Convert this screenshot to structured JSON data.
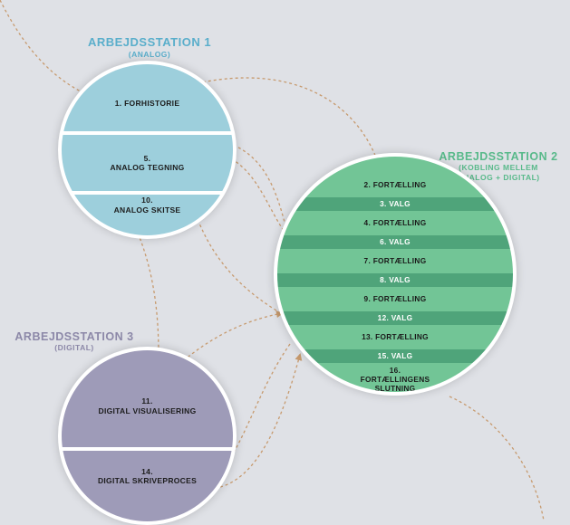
{
  "stations": {
    "s1": {
      "title": "ARBEJDSSTATION 1",
      "subtitle": "(ANALOG)",
      "items": [
        {
          "num": "1.",
          "label": "FORHISTORIE"
        },
        {
          "num": "5.",
          "label": "ANALOG TEGNING"
        },
        {
          "num": "10.",
          "label": "ANALOG SKITSE"
        }
      ]
    },
    "s2": {
      "title": "ARBEJDSSTATION 2",
      "subtitle_line1": "(KOBLING MELLEM",
      "subtitle_line2": "ANALOG + DIGITAL)",
      "items": [
        {
          "num": "2.",
          "label": "FORTÆLLING"
        },
        {
          "num": "3.",
          "label": "VALG"
        },
        {
          "num": "4.",
          "label": "FORTÆLLING"
        },
        {
          "num": "6.",
          "label": "VALG"
        },
        {
          "num": "7.",
          "label": "FORTÆLLING"
        },
        {
          "num": "8.",
          "label": "VALG"
        },
        {
          "num": "9.",
          "label": "FORTÆLLING"
        },
        {
          "num": "12.",
          "label": "VALG"
        },
        {
          "num": "13.",
          "label": "FORTÆLLING"
        },
        {
          "num": "15.",
          "label": "VALG"
        },
        {
          "num": "16.",
          "label_line1": "FORTÆLLINGENS",
          "label_line2": "SLUTNING"
        }
      ]
    },
    "s3": {
      "title": "ARBEJDSSTATION 3",
      "subtitle": "(DIGITAL)",
      "items": [
        {
          "num": "11.",
          "label": "DIGITAL VISUALISERING"
        },
        {
          "num": "14.",
          "label": "DIGITAL SKRIVEPROCES"
        }
      ]
    }
  },
  "colors": {
    "background": "#dfe1e6",
    "station1": "#9dcfdc",
    "station1_title": "#5aaecb",
    "station2_story": "#72c596",
    "station2_choice": "#4fa47a",
    "station2_title": "#58b98a",
    "station3": "#9e9bb8",
    "station3_title": "#8c88a8",
    "arrow": "#c79a6e"
  }
}
